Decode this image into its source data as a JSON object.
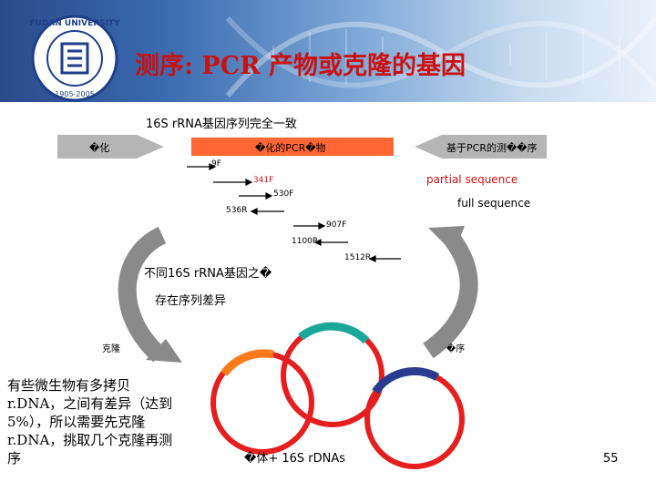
{
  "header": {
    "title": "测序: PCR 产物或克隆的基因",
    "logo_text": "FUDAN UNIVERSITY",
    "logo_years": "1905-2005"
  },
  "diagram": {
    "subtitle": "16S rRNA基因序列完全一致",
    "step_left": "�化",
    "step_center": "�化的PCR�物",
    "step_right": "基于PCR的测��序",
    "primers": {
      "p9F": "9F",
      "p341F": "341F",
      "p530F": "530F",
      "p536R": "536R",
      "p907F": "907F",
      "p1100R": "1100R",
      "p1512R": "1512R"
    },
    "partial_sequence": "partial sequence",
    "full_sequence": "full sequence",
    "diff_line1": "不同16S rRNA基因之�",
    "diff_line2": "存在序列差异",
    "clone_label": "克隆",
    "seq_label": "�序",
    "bottom_label": "�体+ 16S rDNAs"
  },
  "note": "有些微生物有多拷贝r.DNA，之间有差异（达到5%），所以需要先克隆r.DNA，挑取几个克隆再测序",
  "page_number": "55",
  "colors": {
    "title_red": "#cc1010",
    "bar_orange": "#ff6633",
    "arc_red": "#e61e1e",
    "arc_orange": "#ff7a1a",
    "arc_teal": "#1aa89a",
    "arc_navy": "#2b3b8f"
  }
}
